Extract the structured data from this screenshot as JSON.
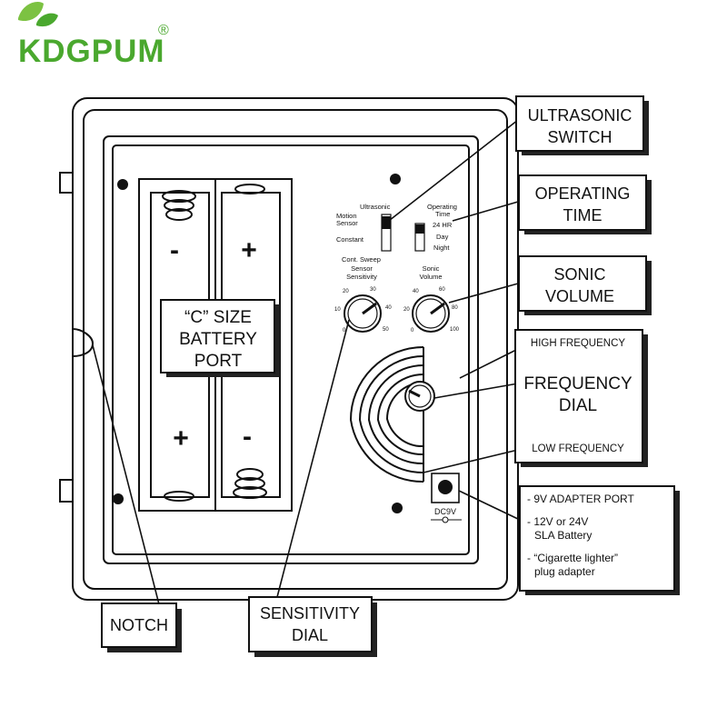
{
  "brand": {
    "name": "KDGPUM",
    "registered": "®",
    "color": "#4aa82e",
    "leaf_color": "#7cc242"
  },
  "battery": {
    "label_line1": "“C” SIZE",
    "label_line2": "BATTERY",
    "label_line3": "PORT",
    "top_left_sign": "-",
    "top_right_sign": "+",
    "bottom_left_sign": "+",
    "bottom_right_sign": "-"
  },
  "switches": {
    "mode_title": "Ultrasonic",
    "mode_motion_line1": "Motion",
    "mode_motion_line2": "Sensor",
    "mode_constant": "Constant",
    "mode_sweep": "Cont. Sweep",
    "time_title_line1": "Operating",
    "time_title_line2": "Time",
    "time_24": "24 HR",
    "time_day": "Day",
    "time_night": "Night"
  },
  "dials": {
    "sensitivity_title_line1": "Sensor",
    "sensitivity_title_line2": "Sensitivity",
    "sensitivity_ticks": [
      "0",
      "10",
      "20",
      "30",
      "40",
      "50"
    ],
    "volume_title_line1": "Sonic",
    "volume_title_line2": "Volume",
    "volume_ticks": [
      "0",
      "20",
      "40",
      "60",
      "80",
      "100"
    ]
  },
  "port": {
    "label": "DC9V"
  },
  "callouts": {
    "ultrasonic_switch": [
      "ULTRASONIC",
      "SWITCH"
    ],
    "operating_time": [
      "OPERATING",
      "TIME"
    ],
    "sonic_volume": [
      "SONIC",
      "VOLUME"
    ],
    "high_frequency": "HIGH FREQUENCY",
    "frequency_dial": [
      "FREQUENCY",
      "DIAL"
    ],
    "low_frequency": "LOW FREQUENCY",
    "adapter_1": "- 9V ADAPTER PORT",
    "adapter_2_line1": "- 12V or 24V",
    "adapter_2_line2": "SLA Battery",
    "adapter_3_line1": "- “Cigarette lighter”",
    "adapter_3_line2": "plug adapter",
    "notch": "NOTCH",
    "sensitivity_dial": [
      "SENSITIVITY",
      "DIAL"
    ]
  }
}
